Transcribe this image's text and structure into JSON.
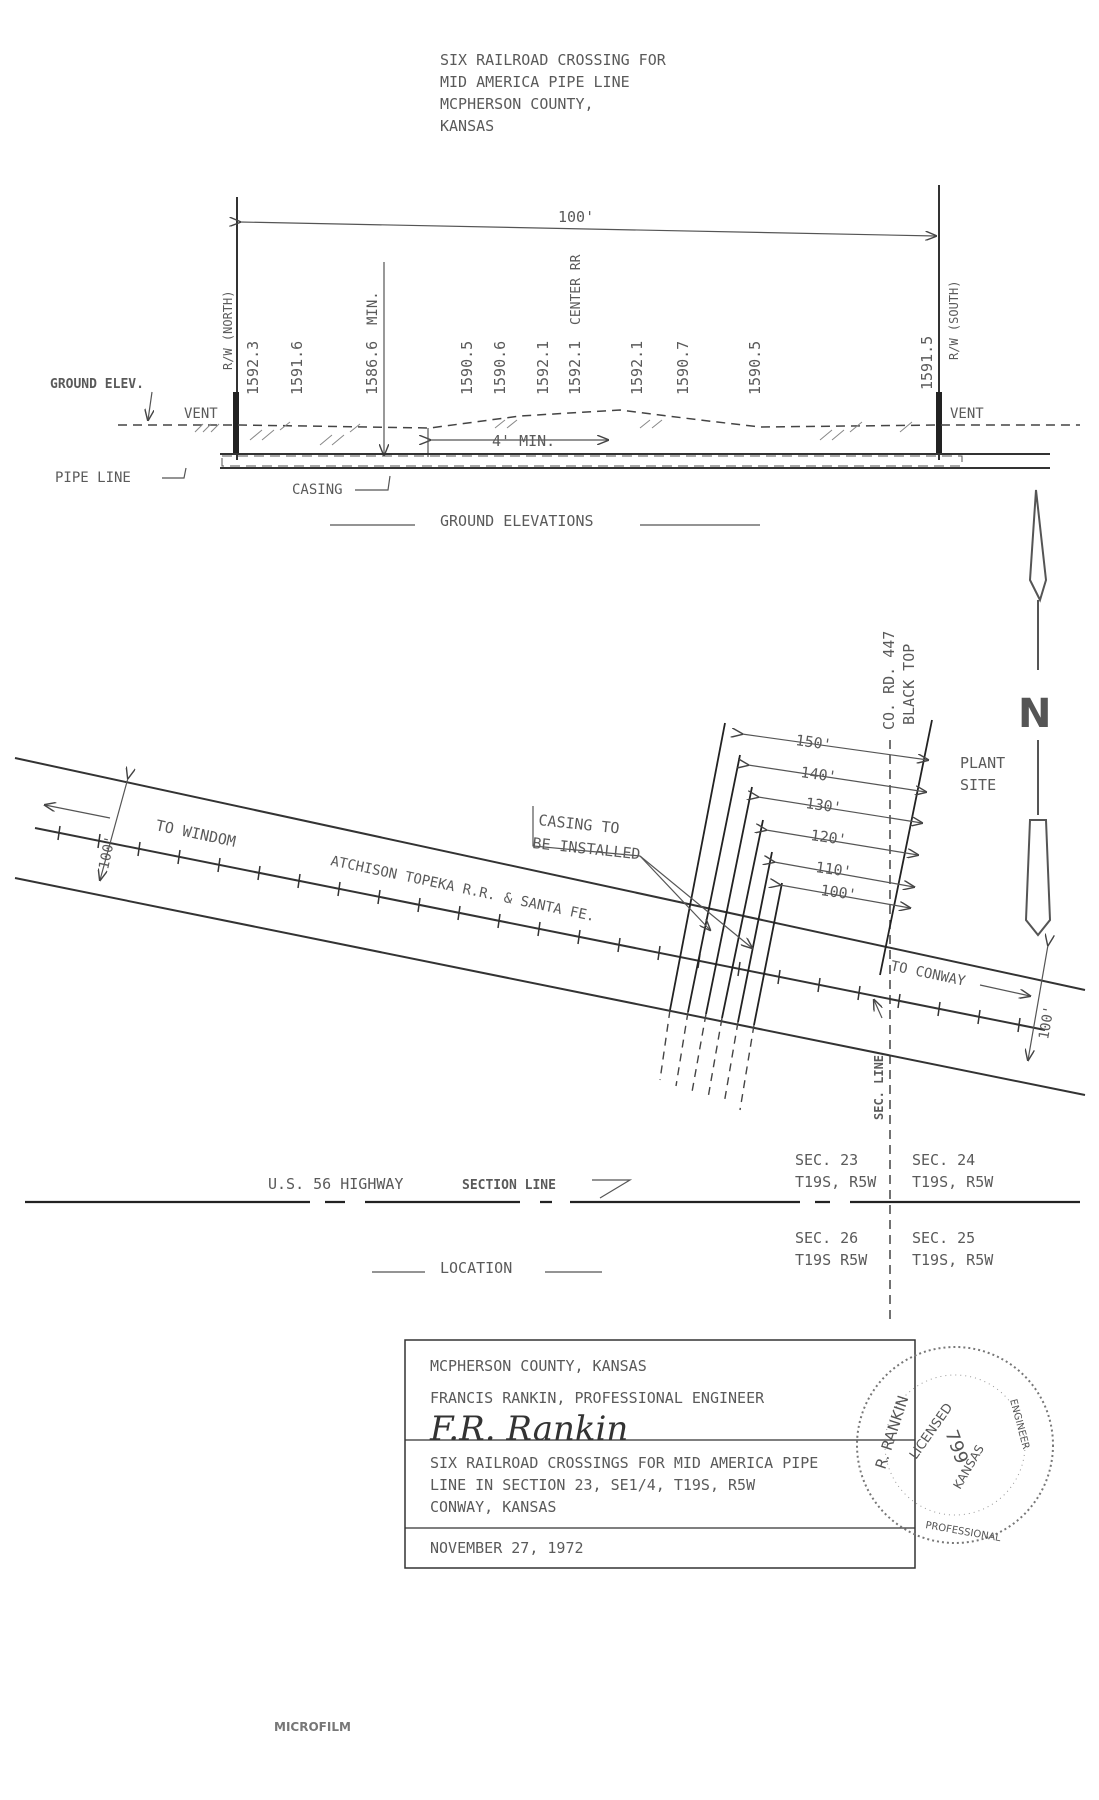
{
  "title": {
    "line1": "SIX RAILROAD CROSSING FOR",
    "line2": "MID AMERICA PIPE LINE",
    "line3": "MCPHERSON COUNTY,",
    "line4": "KANSAS"
  },
  "profile": {
    "width_label": "100'",
    "rw_north": "R/W (NORTH)",
    "rw_south": "R/W (SOUTH)",
    "center_rr": "CENTER RR",
    "min_label": "MIN.",
    "elevations": [
      "1592.3",
      "1591.6",
      "1586.6",
      "1590.5",
      "1590.6",
      "1592.1",
      "1592.1",
      "1592.1",
      "1590.7",
      "1590.5",
      "1591.5"
    ],
    "ground_elev": "GROUND ELEV.",
    "vent_left": "VENT",
    "vent_right": "VENT",
    "four_min": "4' MIN.",
    "pipe_line": "PIPE LINE",
    "casing": "CASING",
    "caption": "GROUND ELEVATIONS"
  },
  "location": {
    "co_rd": "CO. RD. 447",
    "black_top": "BLACK TOP",
    "plant_site_1": "PLANT",
    "plant_site_2": "SITE",
    "north": "N",
    "distances": [
      "150'",
      "140'",
      "130'",
      "120'",
      "110'",
      "100'"
    ],
    "casing_note_1": "CASING TO",
    "casing_note_2": "BE INSTALLED",
    "to_windom": "TO WINDOM",
    "railroad": "ATCHISON TOPEKA R.R. & SANTA FE.",
    "to_conway": "TO CONWAY",
    "row_left": "100'",
    "row_right": "100'",
    "sec_line": "SEC. LINE",
    "sec23_a": "SEC. 23",
    "sec23_b": "T19S, R5W",
    "sec24_a": "SEC. 24",
    "sec24_b": "T19S, R5W",
    "sec26_a": "SEC. 26",
    "sec26_b": "T19S R5W",
    "sec25_a": "SEC. 25",
    "sec25_b": "T19S, R5W",
    "highway": "U.S. 56 HIGHWAY",
    "section_line": "SECTION LINE",
    "caption": "LOCATION"
  },
  "title_block": {
    "county": "MCPHERSON COUNTY, KANSAS",
    "engineer": "FRANCIS RANKIN, PROFESSIONAL ENGINEER",
    "desc1": "SIX RAILROAD CROSSINGS FOR MID AMERICA PIPE",
    "desc2": "LINE IN SECTION 23, SE1/4, T19S, R5W",
    "desc3": "CONWAY, KANSAS",
    "date": "NOVEMBER 27, 1972",
    "signature": "F.R. Rankin"
  },
  "seal": {
    "name": "R. RANKIN",
    "licensed": "LICENSED",
    "number": "799",
    "state": "KANSAS",
    "professional": "PROFESSIONAL",
    "engineer": "ENGINEER"
  },
  "stamp": "MICROFILM"
}
